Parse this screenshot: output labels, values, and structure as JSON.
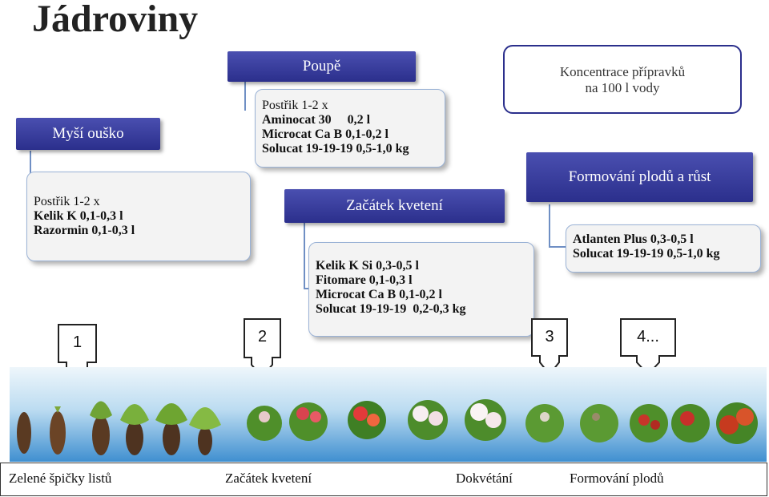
{
  "title": "Jádroviny",
  "concentration": {
    "line1": "Koncentrace přípravků",
    "line2": "na 100 l vody"
  },
  "stages": [
    {
      "header": "Myší ouško",
      "intro": "Postřik 1-2 x",
      "items": [
        "Kelik K 0,1-0,3 l",
        "Razormin  0,1-0,3 l"
      ]
    },
    {
      "header": "Poupě",
      "intro": "Postřik 1-2 x",
      "items": [
        "Aminocat 30     0,2 l",
        "Microcat Ca B 0,1-0,2 l",
        "Solucat 19-19-19 0,5-1,0 kg"
      ]
    },
    {
      "header": "Začátek kvetení",
      "intro": "",
      "items": [
        "Kelik K Si 0,3-0,5 l",
        "Fitomare 0,1-0,3 l",
        "Microcat Ca B 0,1-0,2 l",
        "Solucat 19-19-19  0,2-0,3 kg"
      ]
    },
    {
      "header": "Formování plodů a růst",
      "intro": "",
      "items": [
        "Atlanten Plus 0,3-0,5 l",
        "Solucat 19-19-19 0,5-1,0 kg"
      ]
    }
  ],
  "markers": [
    "1",
    "2",
    "3",
    "4..."
  ],
  "footer": [
    "Zelené špičky listů",
    "Začátek kvetení",
    "Dokvétání",
    "Formování plodů"
  ],
  "colors": {
    "header": "#2b2f8c",
    "card_border": "#9ab2d6",
    "sky_top": "#eef6fb",
    "sky_bottom": "#3f8fd0"
  }
}
